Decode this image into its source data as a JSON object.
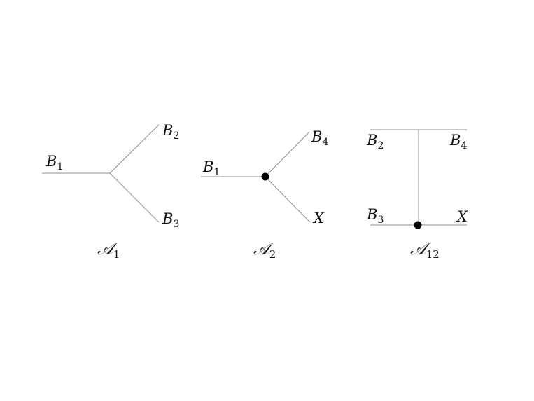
{
  "diagrams": [
    {
      "caption": {
        "symbol": "𝒜",
        "index": "1"
      },
      "labels": {
        "left": {
          "base": "B",
          "sub": "1"
        },
        "upper": {
          "base": "B",
          "sub": "2"
        },
        "lower": {
          "base": "B",
          "sub": "3"
        }
      }
    },
    {
      "caption": {
        "symbol": "𝒜",
        "index": "2"
      },
      "labels": {
        "left": {
          "base": "B",
          "sub": "1"
        },
        "upper": {
          "base": "B",
          "sub": "4"
        },
        "lower": {
          "base": "X",
          "sub": ""
        }
      }
    },
    {
      "caption": {
        "symbol": "𝒜",
        "index": "12"
      },
      "labels": {
        "top_left": {
          "base": "B",
          "sub": "2"
        },
        "top_right": {
          "base": "B",
          "sub": "4"
        },
        "bottom_left": {
          "base": "B",
          "sub": "3"
        },
        "bottom_right": {
          "base": "X",
          "sub": ""
        }
      }
    }
  ]
}
